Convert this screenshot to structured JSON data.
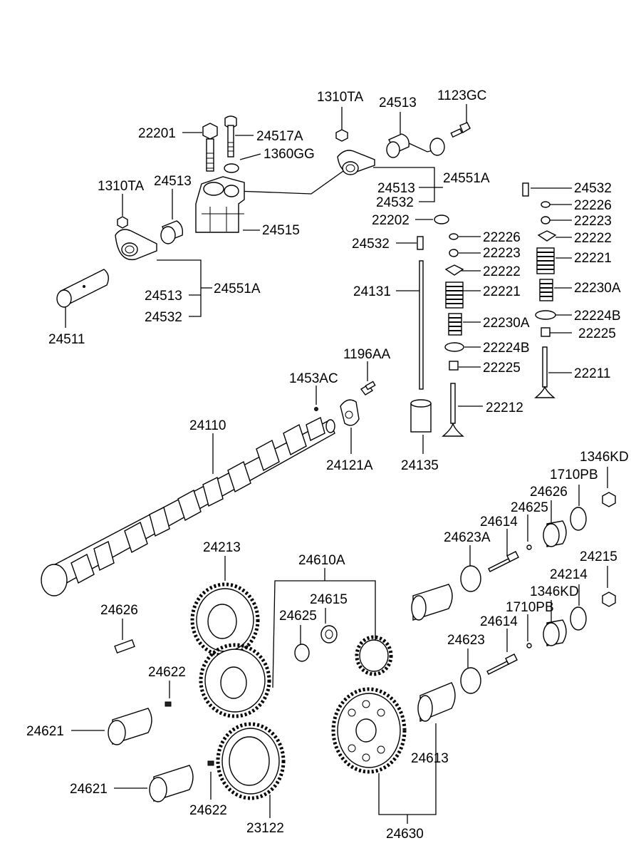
{
  "diagram": {
    "labels": [
      {
        "id": "l1310ta-top",
        "text": "1310TA"
      },
      {
        "id": "l24513-top",
        "text": "24513"
      },
      {
        "id": "l1123gc",
        "text": "1123GC"
      },
      {
        "id": "l22201",
        "text": "22201"
      },
      {
        "id": "l24517a",
        "text": "24517A"
      },
      {
        "id": "l1360gg",
        "text": "1360GG"
      },
      {
        "id": "l24551a-r",
        "text": "24551A"
      },
      {
        "id": "l24513-r",
        "text": "24513"
      },
      {
        "id": "l24532-r",
        "text": "24532"
      },
      {
        "id": "l1310ta-left",
        "text": "1310TA"
      },
      {
        "id": "l24513-left",
        "text": "24513"
      },
      {
        "id": "l24515",
        "text": "24515"
      },
      {
        "id": "l24551a-l",
        "text": "24551A"
      },
      {
        "id": "l24513-l2",
        "text": "24513"
      },
      {
        "id": "l24532-l2",
        "text": "24532"
      },
      {
        "id": "l24511",
        "text": "24511"
      },
      {
        "id": "l24532-rr",
        "text": "24532"
      },
      {
        "id": "l22226-rr",
        "text": "22226"
      },
      {
        "id": "l22223-rr",
        "text": "22223"
      },
      {
        "id": "l22222-rr",
        "text": "22222"
      },
      {
        "id": "l22221-rr",
        "text": "22221"
      },
      {
        "id": "l22230a-rr",
        "text": "22230A"
      },
      {
        "id": "l22224b-rr",
        "text": "22224B"
      },
      {
        "id": "l22225-rr",
        "text": "22225"
      },
      {
        "id": "l22211",
        "text": "22211"
      },
      {
        "id": "l22202",
        "text": "22202"
      },
      {
        "id": "l24532-m",
        "text": "24532"
      },
      {
        "id": "l22226-m",
        "text": "22226"
      },
      {
        "id": "l22223-m",
        "text": "22223"
      },
      {
        "id": "l22222-m",
        "text": "22222"
      },
      {
        "id": "l22221-m",
        "text": "22221"
      },
      {
        "id": "l24131",
        "text": "24131"
      },
      {
        "id": "l22230a-m",
        "text": "22230A"
      },
      {
        "id": "l22224b-m",
        "text": "22224B"
      },
      {
        "id": "l22225-m",
        "text": "22225"
      },
      {
        "id": "l22212",
        "text": "22212"
      },
      {
        "id": "l1196aa",
        "text": "1196AA"
      },
      {
        "id": "l1453ac",
        "text": "1453AC"
      },
      {
        "id": "l24110",
        "text": "24110"
      },
      {
        "id": "l24121a",
        "text": "24121A"
      },
      {
        "id": "l24135",
        "text": "24135"
      },
      {
        "id": "l1346kd-1",
        "text": "1346KD"
      },
      {
        "id": "l1710pb-1",
        "text": "1710PB"
      },
      {
        "id": "l24626-1",
        "text": "24626"
      },
      {
        "id": "l24625-1",
        "text": "24625"
      },
      {
        "id": "l24614-1",
        "text": "24614"
      },
      {
        "id": "l24623a",
        "text": "24623A"
      },
      {
        "id": "l24213",
        "text": "24213"
      },
      {
        "id": "l24610a",
        "text": "24610A"
      },
      {
        "id": "l24215",
        "text": "24215"
      },
      {
        "id": "l24214",
        "text": "24214"
      },
      {
        "id": "l24615",
        "text": "24615"
      },
      {
        "id": "l1346kd-2",
        "text": "1346KD"
      },
      {
        "id": "l1710pb-2",
        "text": "1710PB"
      },
      {
        "id": "l24626-2",
        "text": "24626"
      },
      {
        "id": "l24625-2",
        "text": "24625"
      },
      {
        "id": "l24614-2",
        "text": "24614"
      },
      {
        "id": "l24623",
        "text": "24623"
      },
      {
        "id": "l24622-1",
        "text": "24622"
      },
      {
        "id": "l24621-1",
        "text": "24621"
      },
      {
        "id": "l24613",
        "text": "24613"
      },
      {
        "id": "l24621-2",
        "text": "24621"
      },
      {
        "id": "l24622-2",
        "text": "24622"
      },
      {
        "id": "l23122",
        "text": "23122"
      },
      {
        "id": "l24630",
        "text": "24630"
      }
    ]
  }
}
